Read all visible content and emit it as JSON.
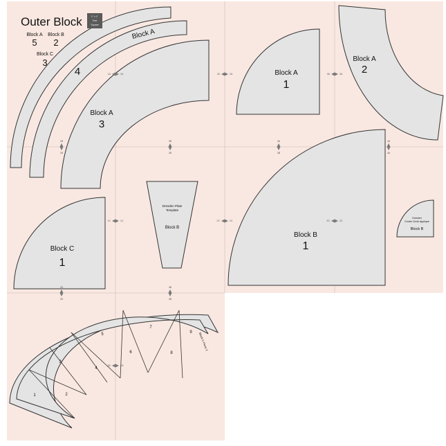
{
  "outer_block": {
    "title": "Outer Block",
    "test_square": [
      "1\" x 1\"",
      "Test",
      "Square"
    ],
    "block_a_label": "Block A",
    "block_a_num": "5",
    "block_b_label": "Block B",
    "block_b_num": "2",
    "block_c_label": "Block C",
    "block_c_num": "3",
    "arc_4_num": "4"
  },
  "pieces": {
    "arc_block_a_label": "Block A",
    "arc3_label": "Block A",
    "arc3_num": "3",
    "quarter_a1_label": "Block A",
    "quarter_a1_num": "1",
    "arc_a2_label": "Block A",
    "arc_a2_num": "2",
    "quarter_b1_label": "Block B",
    "quarter_b1_num": "1",
    "quarter_c1_label": "Block C",
    "quarter_c1_num": "1",
    "dresden_line1": "Dresden Plate",
    "dresden_line2": "Template",
    "dresden_block": "Block B",
    "center_circle_line1": "Dresden",
    "center_circle_line2": "Center Circle Applique",
    "center_circle_block": "Block B",
    "fan_numbers": [
      "1",
      "2",
      "3",
      "4",
      "5",
      "6",
      "7",
      "8",
      "9"
    ],
    "fan_side_label": "Block C Piece 2"
  },
  "registration": {
    "labels": [
      "1A",
      "1A",
      "1B",
      "1B",
      "1C",
      "1C",
      "2A",
      "2B",
      "2B",
      "2C",
      "2C",
      "2D",
      "3A",
      "3A",
      "3B",
      "3C",
      "3C",
      "3D",
      "4A",
      "4A",
      "4B",
      "4B"
    ]
  },
  "colors": {
    "page_background": "#f9e8e1",
    "piece_fill": "#e4e4e5",
    "outline": "#333333",
    "test_square": "#5a5a5a"
  }
}
